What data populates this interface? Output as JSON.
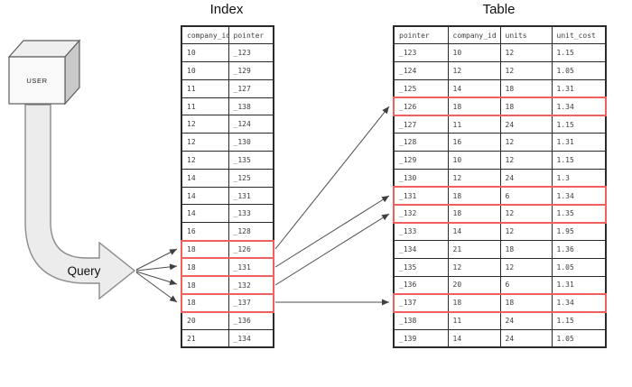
{
  "diagram": {
    "user_label": "USER",
    "query_label": "Query"
  },
  "index_table": {
    "title": "Index",
    "columns": [
      "company_id",
      "pointer"
    ],
    "rows": [
      [
        "10",
        "_123"
      ],
      [
        "10",
        "_129"
      ],
      [
        "11",
        "_127"
      ],
      [
        "11",
        "_138"
      ],
      [
        "12",
        "_124"
      ],
      [
        "12",
        "_130"
      ],
      [
        "12",
        "_135"
      ],
      [
        "14",
        "_125"
      ],
      [
        "14",
        "_131"
      ],
      [
        "14",
        "_133"
      ],
      [
        "16",
        "_128"
      ],
      [
        "18",
        "_126"
      ],
      [
        "18",
        "_131"
      ],
      [
        "18",
        "_132"
      ],
      [
        "18",
        "_137"
      ],
      [
        "20",
        "_136"
      ],
      [
        "21",
        "_134"
      ]
    ],
    "highlighted_rows": [
      11,
      12,
      13,
      14
    ]
  },
  "main_table": {
    "title": "Table",
    "columns": [
      "pointer",
      "company_id",
      "units",
      "unit_cost"
    ],
    "rows": [
      [
        "_123",
        "10",
        "12",
        "1.15"
      ],
      [
        "_124",
        "12",
        "12",
        "1.05"
      ],
      [
        "_125",
        "14",
        "18",
        "1.31"
      ],
      [
        "_126",
        "18",
        "18",
        "1.34"
      ],
      [
        "_127",
        "11",
        "24",
        "1.15"
      ],
      [
        "_128",
        "16",
        "12",
        "1.31"
      ],
      [
        "_129",
        "10",
        "12",
        "1.15"
      ],
      [
        "_130",
        "12",
        "24",
        "1.3"
      ],
      [
        "_131",
        "18",
        "6",
        "1.34"
      ],
      [
        "_132",
        "18",
        "12",
        "1.35"
      ],
      [
        "_133",
        "14",
        "12",
        "1.95"
      ],
      [
        "_134",
        "21",
        "18",
        "1.36"
      ],
      [
        "_135",
        "12",
        "12",
        "1.05"
      ],
      [
        "_136",
        "20",
        "6",
        "1.31"
      ],
      [
        "_137",
        "18",
        "18",
        "1.34"
      ],
      [
        "_138",
        "11",
        "24",
        "1.15"
      ],
      [
        "_139",
        "14",
        "24",
        "1.05"
      ]
    ],
    "highlighted_rows": [
      3,
      8,
      9,
      14
    ]
  },
  "connections": {
    "queried_company_id": "18",
    "matched_pointers": [
      "_126",
      "_131",
      "_132",
      "_137"
    ]
  },
  "colors": {
    "highlight_red": "#f25f5f",
    "table_border": "#2b2b2b",
    "arrow_gray": "#4d4d4d",
    "shape_fill": "#ececec"
  }
}
